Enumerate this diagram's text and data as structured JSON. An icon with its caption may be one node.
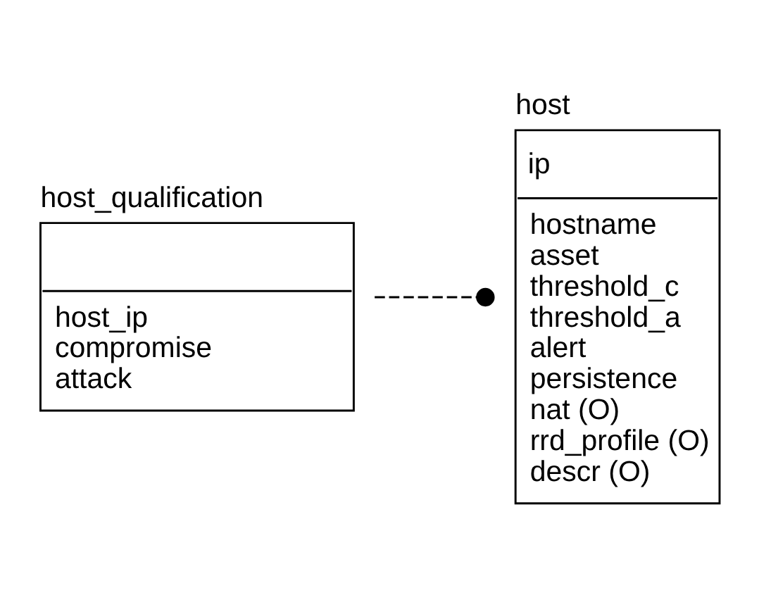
{
  "diagram": {
    "nodes": [
      {
        "text": [
          "host_qualification",
          "host_ip",
          "compromise",
          "attack"
        ]
      },
      {
        "text": [
          "host",
          "ip",
          "hostname",
          "asset",
          "threshold_c",
          "threshold_a",
          "alert",
          "persistence",
          "nat (O)",
          "rrd_profile (O)",
          "descr (O)"
        ]
      }
    ],
    "edges": [
      {
        "from": 0,
        "to": 1,
        "arrow": "other",
        "style": "dashed"
      }
    ]
  }
}
